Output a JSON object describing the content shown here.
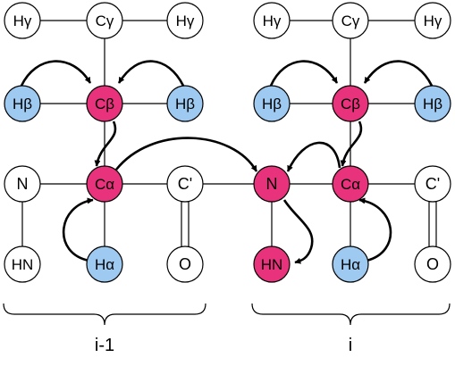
{
  "colors": {
    "white": "#ffffff",
    "blue": "#9ec9f0",
    "magenta": "#e8327c",
    "stroke": "#000000"
  },
  "residues": [
    {
      "id": "i-1",
      "label": "i-1",
      "atoms": {
        "hg_left": {
          "text": "Hγ",
          "fill": "white"
        },
        "cg": {
          "text": "Cγ",
          "fill": "white"
        },
        "hg_right": {
          "text": "Hγ",
          "fill": "white"
        },
        "hb_left": {
          "text": "Hβ",
          "fill": "blue"
        },
        "cb": {
          "text": "Cβ",
          "fill": "magenta"
        },
        "hb_right": {
          "text": "Hβ",
          "fill": "blue"
        },
        "n": {
          "text": "N",
          "fill": "white"
        },
        "ca": {
          "text": "Cα",
          "fill": "magenta"
        },
        "c": {
          "text": "C'",
          "fill": "white"
        },
        "hn": {
          "text": "HN",
          "fill": "white"
        },
        "ha": {
          "text": "Hα",
          "fill": "blue"
        },
        "o": {
          "text": "O",
          "fill": "white"
        }
      }
    },
    {
      "id": "i",
      "label": "i",
      "atoms": {
        "hg_left": {
          "text": "Hγ",
          "fill": "white"
        },
        "cg": {
          "text": "Cγ",
          "fill": "white"
        },
        "hg_right": {
          "text": "Hγ",
          "fill": "white"
        },
        "hb_left": {
          "text": "Hβ",
          "fill": "blue"
        },
        "cb": {
          "text": "Cβ",
          "fill": "magenta"
        },
        "hb_right": {
          "text": "Hβ",
          "fill": "blue"
        },
        "n": {
          "text": "N",
          "fill": "magenta"
        },
        "ca": {
          "text": "Cα",
          "fill": "magenta"
        },
        "c": {
          "text": "C'",
          "fill": "white"
        },
        "hn": {
          "text": "HN",
          "fill": "magenta"
        },
        "ha": {
          "text": "Hα",
          "fill": "blue"
        },
        "o": {
          "text": "O",
          "fill": "white"
        }
      }
    }
  ]
}
